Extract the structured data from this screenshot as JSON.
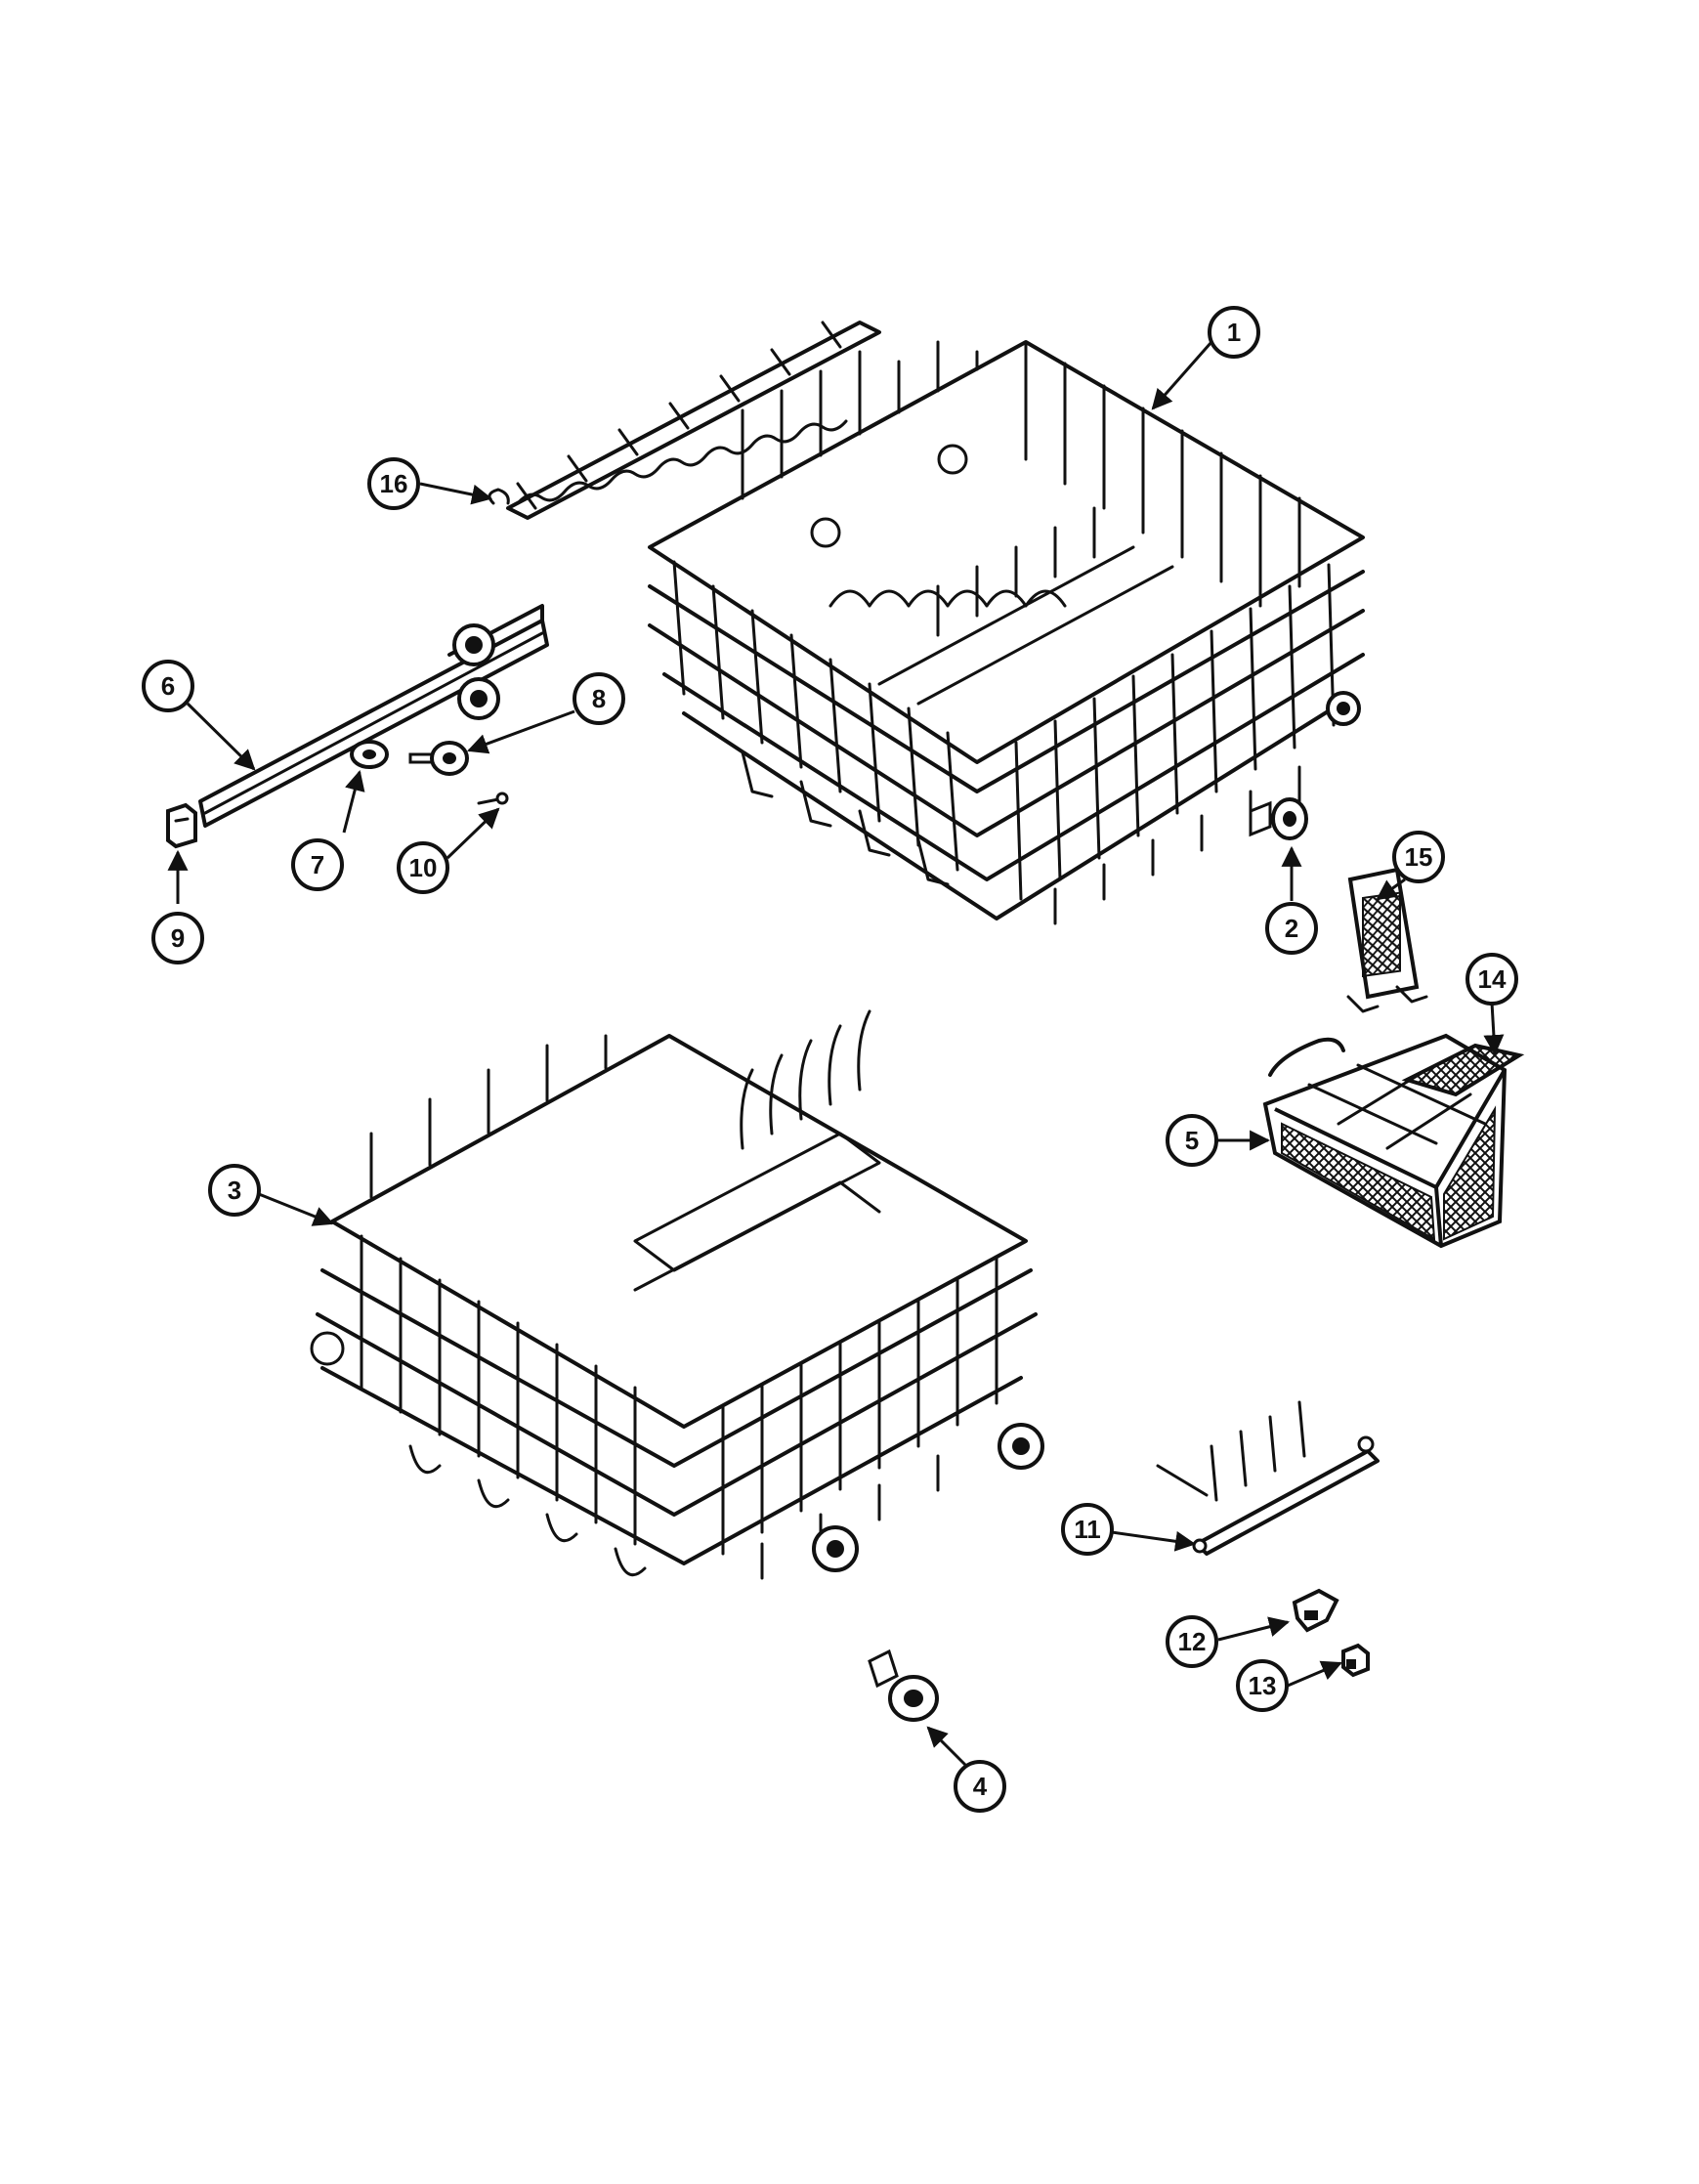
{
  "callouts": [
    {
      "number": "1"
    },
    {
      "number": "2"
    },
    {
      "number": "3"
    },
    {
      "number": "4"
    },
    {
      "number": "5"
    },
    {
      "number": "6"
    },
    {
      "number": "7"
    },
    {
      "number": "8"
    },
    {
      "number": "9"
    },
    {
      "number": "10"
    },
    {
      "number": "11"
    },
    {
      "number": "12"
    },
    {
      "number": "13"
    },
    {
      "number": "14"
    },
    {
      "number": "15"
    },
    {
      "number": "16"
    }
  ]
}
